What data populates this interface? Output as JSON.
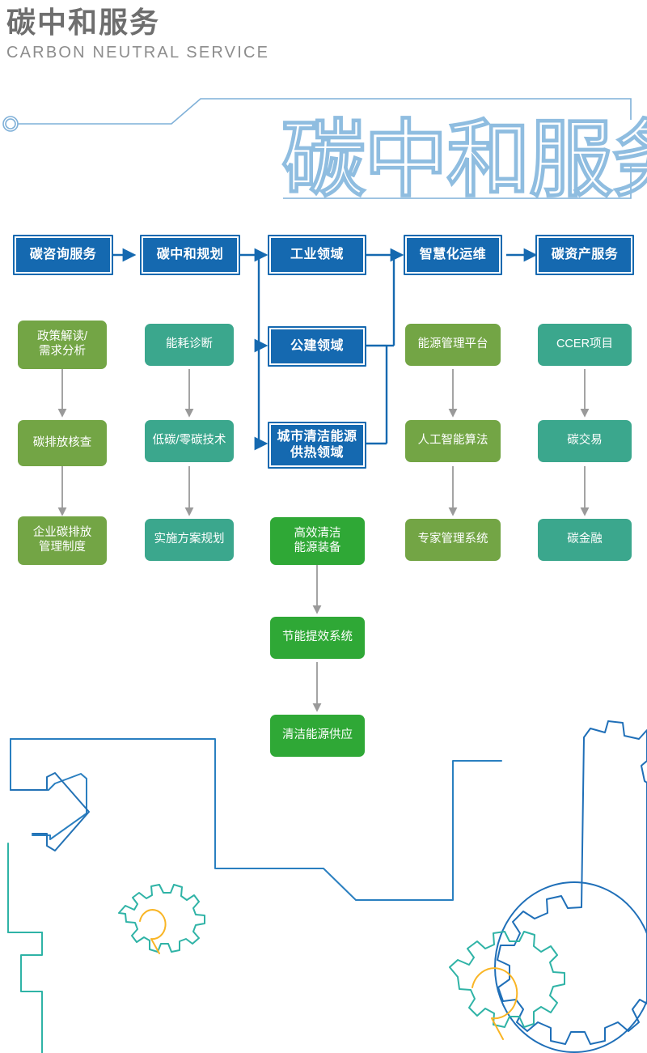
{
  "header": {
    "title_cn": "碳中和服务",
    "title_en": "CARBON NEUTRAL SERVICE"
  },
  "decor": {
    "outline_text": "碳中和服务",
    "ring_icon": "ring-icon",
    "colors": {
      "line_blue": "#7fb0d8",
      "gear_blue": "#1f6fb8",
      "gear_teal": "#2fb3a6",
      "gear_orange": "#f9b525"
    }
  },
  "palette": {
    "blue": "#1569b0",
    "green": "#73a545",
    "teal": "#3ba78d",
    "bright_green": "#2fa836",
    "arrow_gray": "#9a9a9a",
    "arrow_blue": "#1569b0"
  },
  "flow": {
    "columns": [
      {
        "id": "col1",
        "head": {
          "label": "碳咨询服务"
        },
        "items": [
          {
            "label": "政策解读/\n需求分析"
          },
          {
            "label": "碳排放核查"
          },
          {
            "label": "企业碳排放\n管理制度"
          }
        ]
      },
      {
        "id": "col2",
        "head": {
          "label": "碳中和规划"
        },
        "items": [
          {
            "label": "能耗诊断"
          },
          {
            "label": "低碳/零碳技术"
          },
          {
            "label": "实施方案规划"
          }
        ]
      },
      {
        "id": "col3",
        "heads": [
          {
            "label": "工业领域"
          },
          {
            "label": "公建领域"
          },
          {
            "label": "城市清洁能源\n供热领域"
          }
        ],
        "items": [
          {
            "label": "高效清洁\n能源装备"
          },
          {
            "label": "节能提效系统"
          },
          {
            "label": "清洁能源供应"
          }
        ]
      },
      {
        "id": "col4",
        "head": {
          "label": "智慧化运维"
        },
        "items": [
          {
            "label": "能源管理平台"
          },
          {
            "label": "人工智能算法"
          },
          {
            "label": "专家管理系统"
          }
        ]
      },
      {
        "id": "col5",
        "head": {
          "label": "碳资产服务"
        },
        "items": [
          {
            "label": "CCER项目"
          },
          {
            "label": "碳交易"
          },
          {
            "label": "碳金融"
          }
        ]
      }
    ]
  }
}
